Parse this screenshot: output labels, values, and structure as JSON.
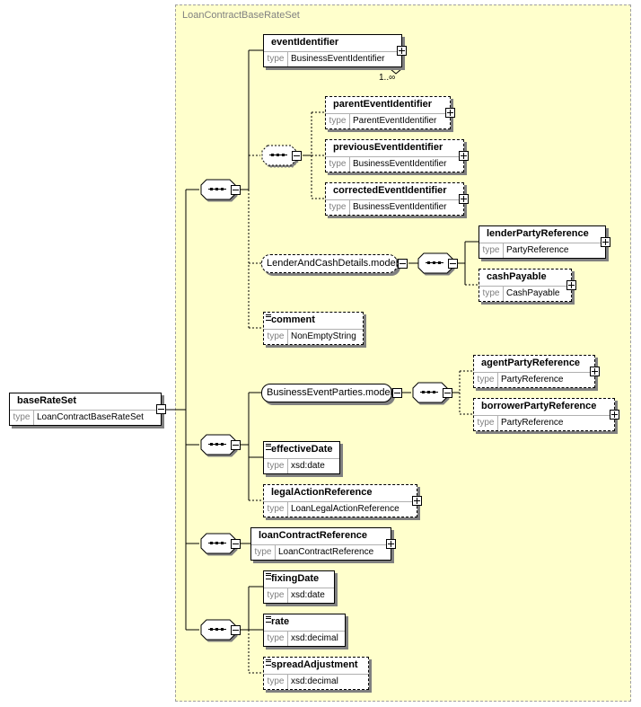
{
  "complex_type_name": "LoanContractBaseRateSet",
  "root": {
    "name": "baseRateSet",
    "type_label": "type",
    "type": "LoanContractBaseRateSet"
  },
  "elements": {
    "eventIdentifier": {
      "name": "eventIdentifier",
      "type_label": "type",
      "type": "BusinessEventIdentifier",
      "occurs": "1..∞"
    },
    "parentEventIdentifier": {
      "name": "parentEventIdentifier",
      "type_label": "type",
      "type": "ParentEventIdentifier"
    },
    "previousEventIdentifier": {
      "name": "previousEventIdentifier",
      "type_label": "type",
      "type": "BusinessEventIdentifier"
    },
    "correctedEventIdentifier": {
      "name": "correctedEventIdentifier",
      "type_label": "type",
      "type": "BusinessEventIdentifier"
    },
    "lenderPartyReference": {
      "name": "lenderPartyReference",
      "type_label": "type",
      "type": "PartyReference"
    },
    "cashPayable": {
      "name": "cashPayable",
      "type_label": "type",
      "type": "CashPayable"
    },
    "comment": {
      "name": "comment",
      "type_label": "type",
      "type": "NonEmptyString"
    },
    "agentPartyReference": {
      "name": "agentPartyReference",
      "type_label": "type",
      "type": "PartyReference"
    },
    "borrowerPartyReference": {
      "name": "borrowerPartyReference",
      "type_label": "type",
      "type": "PartyReference"
    },
    "effectiveDate": {
      "name": "effectiveDate",
      "type_label": "type",
      "type": "xsd:date"
    },
    "legalActionReference": {
      "name": "legalActionReference",
      "type_label": "type",
      "type": "LoanLegalActionReference"
    },
    "loanContractReference": {
      "name": "loanContractReference",
      "type_label": "type",
      "type": "LoanContractReference"
    },
    "fixingDate": {
      "name": "fixingDate",
      "type_label": "type",
      "type": "xsd:date"
    },
    "rate": {
      "name": "rate",
      "type_label": "type",
      "type": "xsd:decimal"
    },
    "spreadAdjustment": {
      "name": "spreadAdjustment",
      "type_label": "type",
      "type": "xsd:decimal"
    }
  },
  "groups": {
    "lender_model": "LenderAndCashDetails.model",
    "parties_model": "BusinessEventParties.model"
  }
}
